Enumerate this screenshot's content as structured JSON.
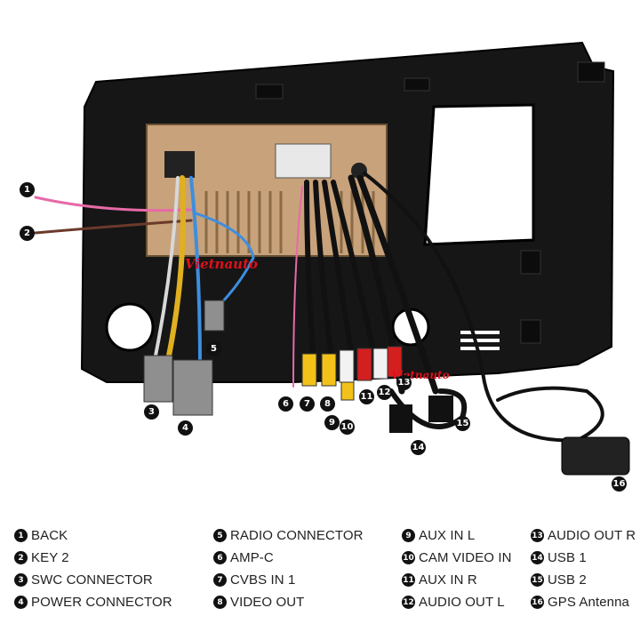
{
  "watermark_text": "Vietnauto",
  "colors": {
    "frame": "#151515",
    "metal": "#c8a27a",
    "rca_yellow": "#f2c21a",
    "rca_white": "#f2f2f2",
    "rca_red": "#d41f1f",
    "wire_pink": "#e66aa8",
    "wire_blue": "#3d8ee0",
    "callout_bg": "#111111"
  },
  "callouts": [
    {
      "num": "1"
    },
    {
      "num": "2"
    },
    {
      "num": "3"
    },
    {
      "num": "4"
    },
    {
      "num": "5"
    },
    {
      "num": "6"
    },
    {
      "num": "7"
    },
    {
      "num": "8"
    },
    {
      "num": "9"
    },
    {
      "num": "10"
    },
    {
      "num": "11"
    },
    {
      "num": "12"
    },
    {
      "num": "13"
    },
    {
      "num": "14"
    },
    {
      "num": "15"
    },
    {
      "num": "16"
    }
  ],
  "legend": {
    "col1": [
      {
        "num": "1",
        "label": "BACK"
      },
      {
        "num": "2",
        "label": "KEY 2"
      },
      {
        "num": "3",
        "label": "SWC CONNECTOR"
      },
      {
        "num": "4",
        "label": "POWER CONNECTOR"
      }
    ],
    "col2": [
      {
        "num": "5",
        "label": "RADIO CONNECTOR"
      },
      {
        "num": "6",
        "label": "AMP-C"
      },
      {
        "num": "7",
        "label": "CVBS IN 1"
      },
      {
        "num": "8",
        "label": "VIDEO OUT"
      }
    ],
    "col3": [
      {
        "num": "9",
        "label": "AUX IN L"
      },
      {
        "num": "10",
        "label": "CAM VIDEO IN"
      },
      {
        "num": "11",
        "label": "AUX IN R"
      },
      {
        "num": "12",
        "label": "AUDIO OUT L"
      }
    ],
    "col4": [
      {
        "num": "13",
        "label": "AUDIO OUT R"
      },
      {
        "num": "14",
        "label": "USB 1"
      },
      {
        "num": "15",
        "label": "USB 2"
      },
      {
        "num": "16",
        "label": "GPS Antenna"
      }
    ]
  }
}
